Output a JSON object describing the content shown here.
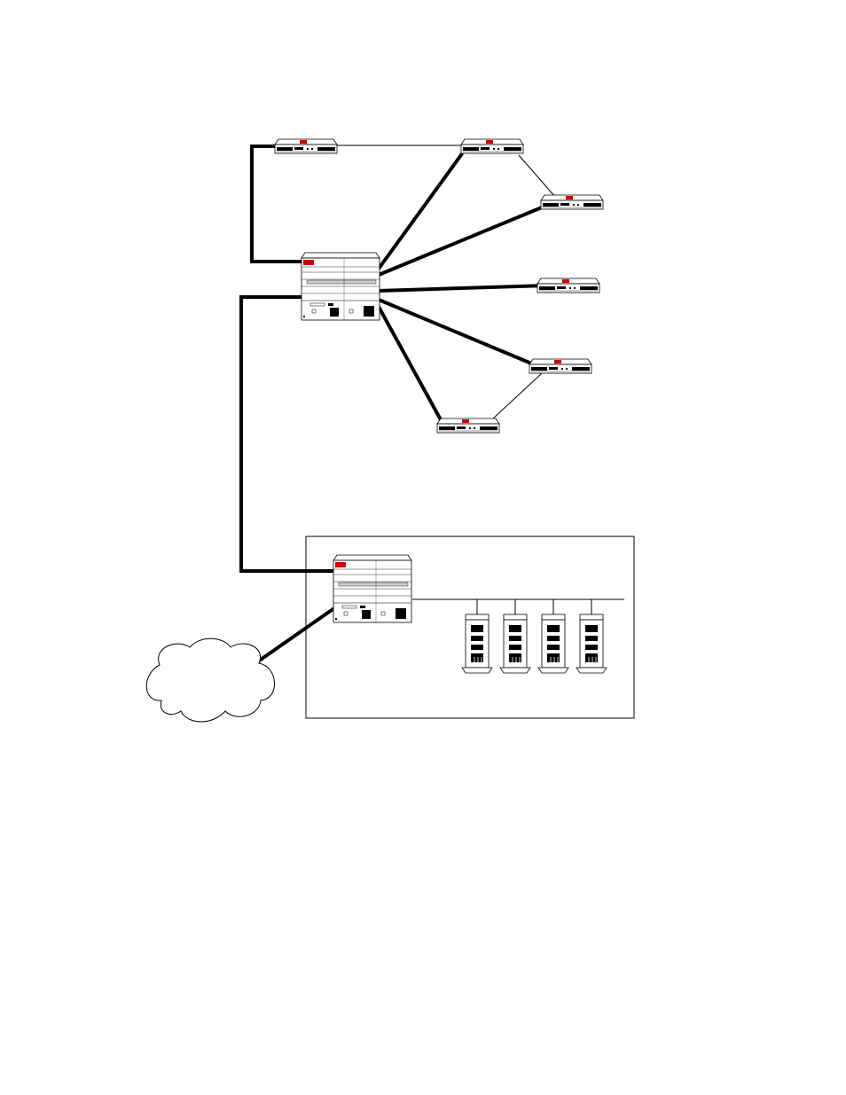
{
  "diagram": {
    "nodes": [
      {
        "id": "switch-top-left",
        "kind": "stackable-switch",
        "icon": "stackable-switch-icon"
      },
      {
        "id": "switch-top-right",
        "kind": "stackable-switch",
        "icon": "stackable-switch-icon"
      },
      {
        "id": "switch-right-1",
        "kind": "stackable-switch",
        "icon": "stackable-switch-icon"
      },
      {
        "id": "switch-right-2",
        "kind": "stackable-switch",
        "icon": "stackable-switch-icon"
      },
      {
        "id": "switch-right-3",
        "kind": "stackable-switch",
        "icon": "stackable-switch-icon"
      },
      {
        "id": "switch-bottom",
        "kind": "stackable-switch",
        "icon": "stackable-switch-icon"
      },
      {
        "id": "core-chassis-switch",
        "kind": "chassis-switch",
        "icon": "chassis-switch-icon"
      },
      {
        "id": "datacenter-chassis-switch",
        "kind": "chassis-switch",
        "icon": "chassis-switch-icon"
      },
      {
        "id": "server-1",
        "kind": "tower-server",
        "icon": "server-icon"
      },
      {
        "id": "server-2",
        "kind": "tower-server",
        "icon": "server-icon"
      },
      {
        "id": "server-3",
        "kind": "tower-server",
        "icon": "server-icon"
      },
      {
        "id": "server-4",
        "kind": "tower-server",
        "icon": "server-icon"
      },
      {
        "id": "wan-cloud",
        "kind": "network-cloud",
        "icon": "cloud-icon"
      }
    ],
    "links": [
      {
        "from": "core-chassis-switch",
        "to": "switch-top-left",
        "style": "thick"
      },
      {
        "from": "core-chassis-switch",
        "to": "switch-top-right",
        "style": "thick"
      },
      {
        "from": "core-chassis-switch",
        "to": "switch-right-1",
        "style": "thick"
      },
      {
        "from": "core-chassis-switch",
        "to": "switch-right-2",
        "style": "thick"
      },
      {
        "from": "core-chassis-switch",
        "to": "switch-right-3",
        "style": "thick"
      },
      {
        "from": "core-chassis-switch",
        "to": "switch-bottom",
        "style": "thick"
      },
      {
        "from": "core-chassis-switch",
        "to": "datacenter-chassis-switch",
        "style": "thick"
      },
      {
        "from": "datacenter-chassis-switch",
        "to": "wan-cloud",
        "style": "thick"
      },
      {
        "from": "switch-top-left",
        "to": "switch-top-right",
        "style": "thin"
      },
      {
        "from": "switch-top-right",
        "to": "switch-right-1",
        "style": "thin"
      },
      {
        "from": "switch-right-3",
        "to": "switch-bottom",
        "style": "thin"
      },
      {
        "from": "datacenter-chassis-switch",
        "to": "server-bus",
        "style": "thin"
      }
    ],
    "colors": {
      "line": "#000000",
      "device_accent": "#cc0000",
      "device_fill": "#ffffff",
      "device_stroke": "#000000"
    }
  }
}
